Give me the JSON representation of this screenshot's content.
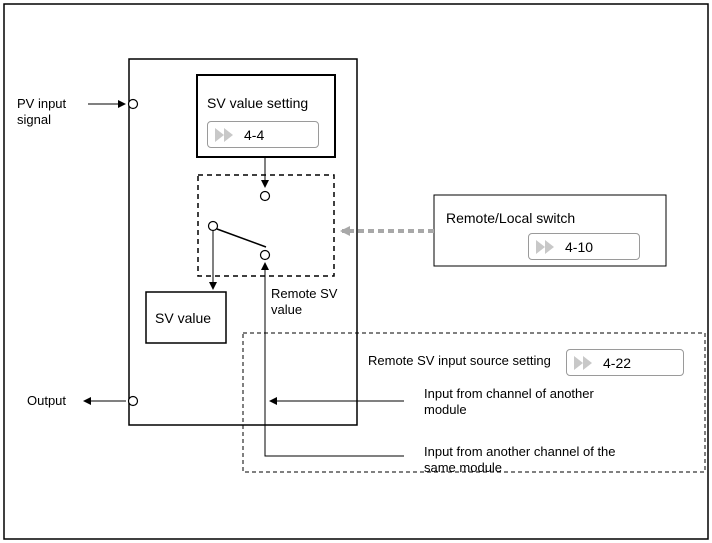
{
  "pv_input_label": "PV input\nsignal",
  "output_label": "Output",
  "sv_setting": {
    "title": "SV value setting",
    "ref": "4-4"
  },
  "sv_value_label": "SV value",
  "remote_sv_label": "Remote SV\nvalue",
  "remote_local": {
    "title": "Remote/Local switch",
    "ref": "4-10"
  },
  "remote_source": {
    "title": "Remote SV input source setting",
    "ref": "4-22"
  },
  "input_other_module": "Input from channel of another\nmodule",
  "input_same_module": "Input from another channel of the\nsame module",
  "colors": {
    "dashed_arrow": "#a8a8a8",
    "ref_icon": "#c8c8c8",
    "ref_border": "#9a9a9a"
  }
}
